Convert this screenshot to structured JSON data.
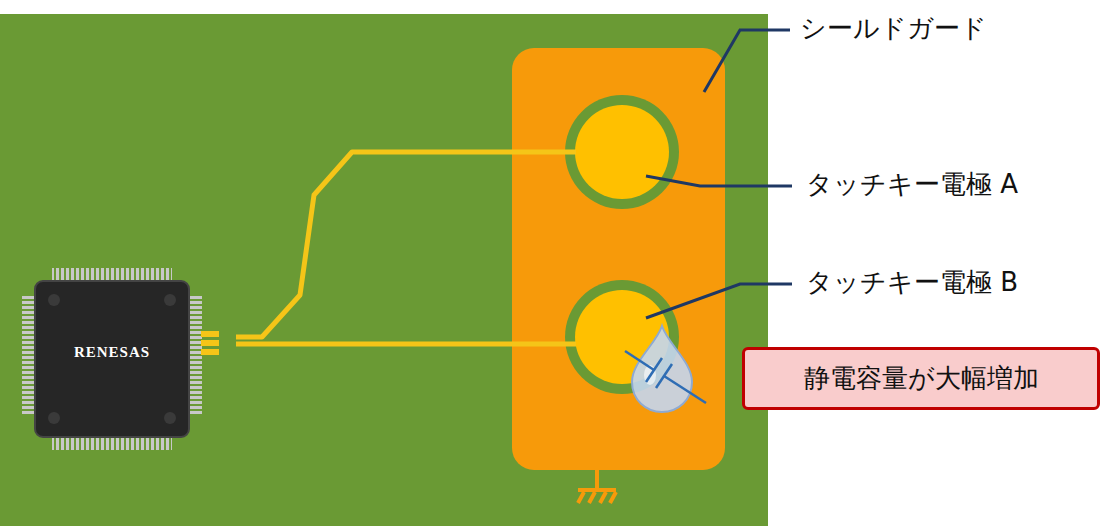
{
  "diagram": {
    "nodes": [
      {
        "text": [
          "静電容量が大幅増加"
        ]
      }
    ],
    "labels": [
      "シールドガード",
      "タッチキー電極 A",
      "タッチキー電極 B",
      "RENESAS"
    ]
  }
}
